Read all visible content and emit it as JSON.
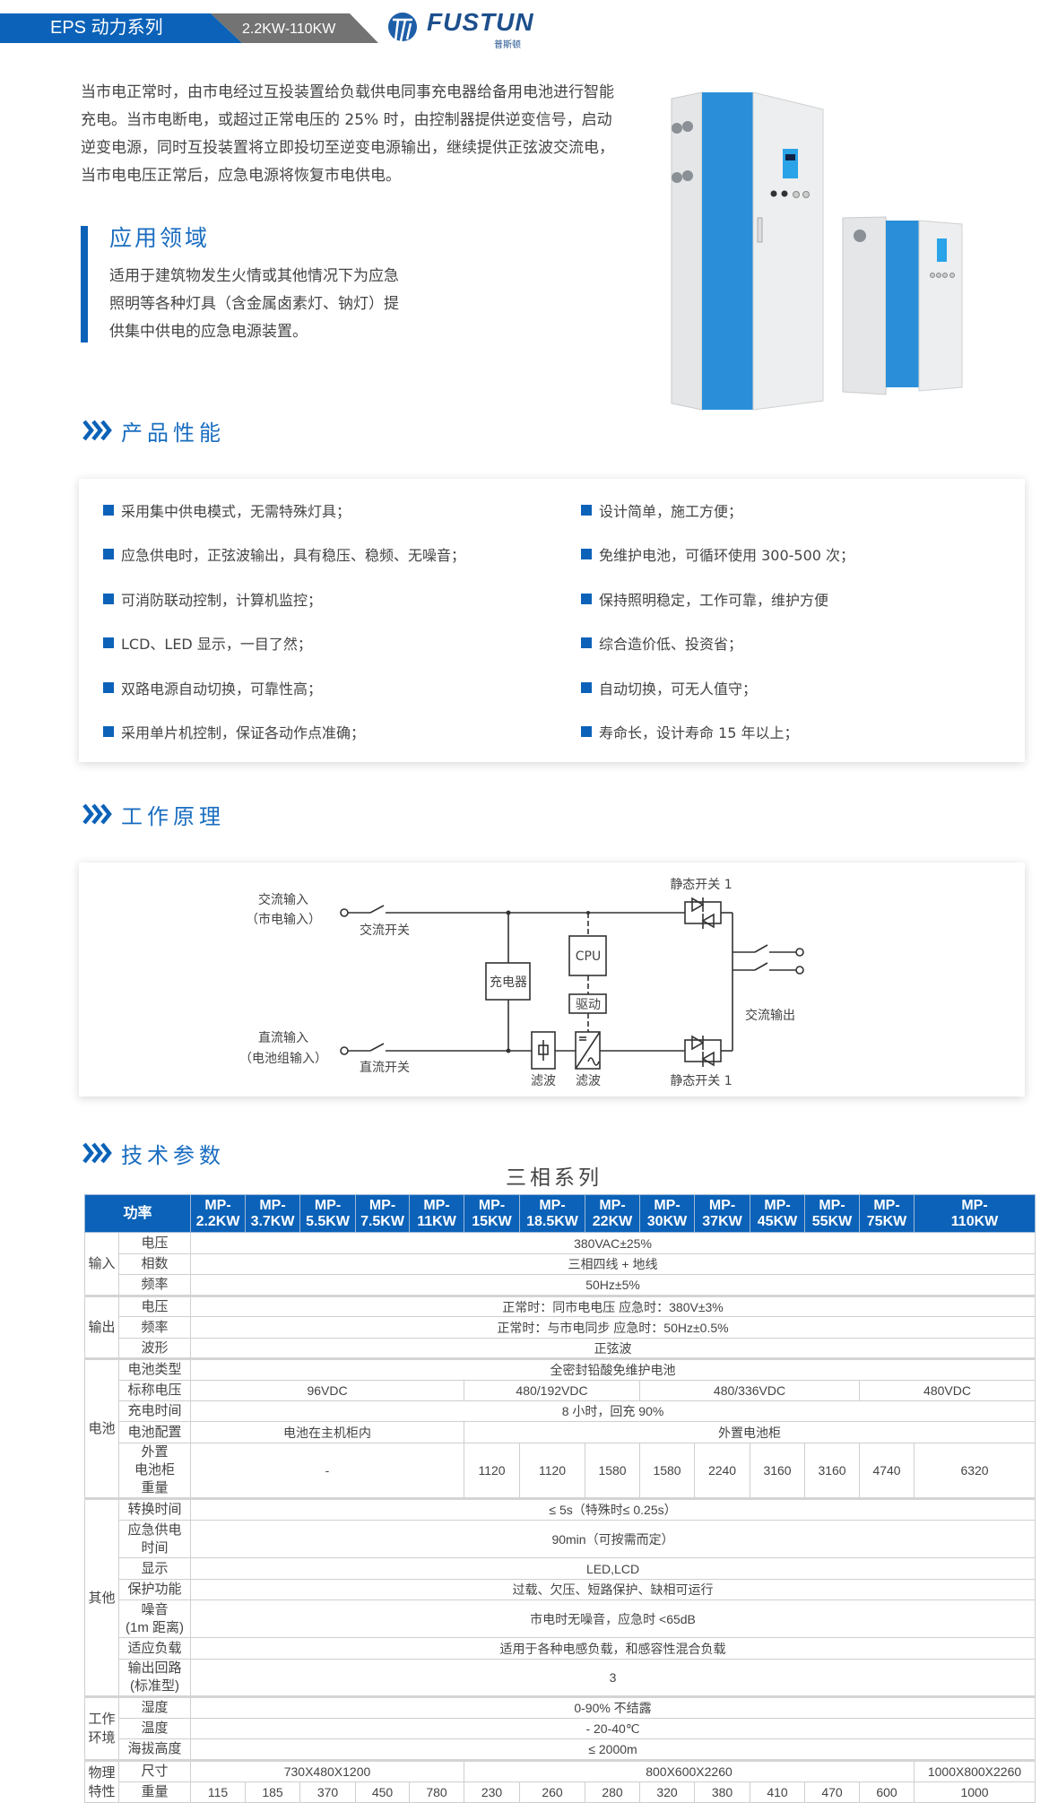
{
  "header": {
    "title": "EPS 动力系列",
    "range": "2.2KW-110KW",
    "logo_text": "FUSTUN",
    "logo_sub": "普斯顿"
  },
  "intro": "当市电正常时，由市电经过互投装置给负载供电同事充电器给备用电池进行智能充电。当市电断电，或超过正常电压的 25% 时，由控制器提供逆变信号，启动逆变电源，同时互投装置将立即投切至逆变电源输出，继续提供正弦波交流电，当市电电压正常后，应急电源将恢复市电供电。",
  "application": {
    "title": "应用领域",
    "text": "适用于建筑物发生火情或其他情况下为应急照明等各种灯具（含金属卤素灯、钠灯）提供集中供电的应急电源装置。"
  },
  "features": {
    "title": "产品性能",
    "left": [
      "采用集中供电模式，无需特殊灯具；",
      "应急供电时，正弦波输出，具有稳压、稳频、无噪音；",
      "可消防联动控制，计算机监控；",
      "LCD、LED 显示，一目了然；",
      "双路电源自动切换，可靠性高；",
      "采用单片机控制，保证各动作点准确；"
    ],
    "right": [
      "设计简单，施工方便；",
      "免维护电池，可循环使用 300-500 次；",
      "保持照明稳定，工作可靠，维护方便",
      "综合造价低、投资省；",
      "自动切换，可无人值守；",
      "寿命长，设计寿命 15 年以上；"
    ]
  },
  "principle": {
    "title": "工作原理",
    "ac_input": "交流输入",
    "ac_input_sub": "（市电输入）",
    "ac_switch": "交流开关",
    "dc_input": "直流输入",
    "dc_input_sub": "（电池组输入）",
    "dc_switch": "直流开关",
    "charger": "充电器",
    "cpu": "CPU",
    "driver": "驱动",
    "filter1": "滤波",
    "filter2": "滤波",
    "static_switch_top": "静态开关 1",
    "static_switch_bottom": "静态开关 1",
    "ac_output": "交流输出"
  },
  "specs": {
    "title": "技术参数",
    "series": "三相系列",
    "header_label": "功率",
    "models": [
      "MP-\n2.2KW",
      "MP-\n3.7KW",
      "MP-\n5.5KW",
      "MP-\n7.5KW",
      "MP-\n11KW",
      "MP-\n15KW",
      "MP-\n18.5KW",
      "MP-\n22KW",
      "MP-\n30KW",
      "MP-\n37KW",
      "MP-\n45KW",
      "MP-\n55KW",
      "MP-\n75KW",
      "MP-\n110KW"
    ],
    "groups": [
      {
        "name": "输入",
        "rows": [
          {
            "label": "电压",
            "cells": [
              {
                "text": "380VAC±25%",
                "span": 14
              }
            ]
          },
          {
            "label": "相数",
            "cells": [
              {
                "text": "三相四线 + 地线",
                "span": 14
              }
            ]
          },
          {
            "label": "频率",
            "cells": [
              {
                "text": "50Hz±5%",
                "span": 14
              }
            ]
          }
        ]
      },
      {
        "name": "输出",
        "rows": [
          {
            "label": "电压",
            "cells": [
              {
                "text": "正常时：同市电电压 应急时：380V±3%",
                "span": 14
              }
            ]
          },
          {
            "label": "频率",
            "cells": [
              {
                "text": "正常时：与市电同步 应急时：50Hz±0.5%",
                "span": 14
              }
            ]
          },
          {
            "label": "波形",
            "cells": [
              {
                "text": "正弦波",
                "span": 14
              }
            ]
          }
        ]
      },
      {
        "name": "电池",
        "rows": [
          {
            "label": "电池类型",
            "cells": [
              {
                "text": "全密封铅酸免维护电池",
                "span": 14
              }
            ]
          },
          {
            "label": "标称电压",
            "cells": [
              {
                "text": "96VDC",
                "span": 5
              },
              {
                "text": "480/192VDC",
                "span": 3
              },
              {
                "text": "480/336VDC",
                "span": 4
              },
              {
                "text": "480VDC",
                "span": 2
              }
            ]
          },
          {
            "label": "充电时间",
            "cells": [
              {
                "text": "8 小时，回充 90%",
                "span": 14
              }
            ]
          },
          {
            "label": "电池配置",
            "cells": [
              {
                "text": "电池在主机柜内",
                "span": 5
              },
              {
                "text": "外置电池柜",
                "span": 9
              }
            ]
          },
          {
            "label": "外置\n电池柜\n重量",
            "cells": [
              {
                "text": "-",
                "span": 5
              },
              {
                "text": "1120",
                "span": 1
              },
              {
                "text": "1120",
                "span": 1
              },
              {
                "text": "1580",
                "span": 1
              },
              {
                "text": "1580",
                "span": 1
              },
              {
                "text": "2240",
                "span": 1
              },
              {
                "text": "3160",
                "span": 1
              },
              {
                "text": "3160",
                "span": 1
              },
              {
                "text": "4740",
                "span": 1
              },
              {
                "text": "6320",
                "span": 1
              }
            ]
          }
        ]
      },
      {
        "name": "其他",
        "rows": [
          {
            "label": "转换时间",
            "cells": [
              {
                "text": "≤ 5s（特殊时≤ 0.25s）",
                "span": 14
              }
            ]
          },
          {
            "label": "应急供电\n时间",
            "cells": [
              {
                "text": "90min（可按需而定）",
                "span": 14
              }
            ]
          },
          {
            "label": "显示",
            "cells": [
              {
                "text": "LED,LCD",
                "span": 14
              }
            ]
          },
          {
            "label": "保护功能",
            "cells": [
              {
                "text": "过载、欠压、短路保护、缺相可运行",
                "span": 14
              }
            ]
          },
          {
            "label": "噪音\n(1m 距离)",
            "cells": [
              {
                "text": "市电时无噪音，应急时 <65dB",
                "span": 14
              }
            ]
          },
          {
            "label": "适应负载",
            "cells": [
              {
                "text": "适用于各种电感负载，和感容性混合负载",
                "span": 14
              }
            ]
          },
          {
            "label": "输出回路\n(标准型)",
            "cells": [
              {
                "text": "3",
                "span": 14
              }
            ]
          }
        ]
      },
      {
        "name": "工作\n环境",
        "rows": [
          {
            "label": "湿度",
            "cells": [
              {
                "text": "0-90% 不结露",
                "span": 14
              }
            ]
          },
          {
            "label": "温度",
            "cells": [
              {
                "text": "- 20-40℃",
                "span": 14
              }
            ]
          },
          {
            "label": "海拔高度",
            "cells": [
              {
                "text": "≤ 2000m",
                "span": 14
              }
            ]
          }
        ]
      },
      {
        "name": "物理\n特性",
        "rows": [
          {
            "label": "尺寸",
            "cells": [
              {
                "text": "730X480X1200",
                "span": 5
              },
              {
                "text": "800X600X2260",
                "span": 8
              },
              {
                "text": "1000X800X2260",
                "span": 1
              }
            ]
          },
          {
            "label": "重量",
            "cells": [
              {
                "text": "115",
                "span": 1
              },
              {
                "text": "185",
                "span": 1
              },
              {
                "text": "370",
                "span": 1
              },
              {
                "text": "450",
                "span": 1
              },
              {
                "text": "780",
                "span": 1
              },
              {
                "text": "230",
                "span": 1
              },
              {
                "text": "260",
                "span": 1
              },
              {
                "text": "280",
                "span": 1
              },
              {
                "text": "320",
                "span": 1
              },
              {
                "text": "380",
                "span": 1
              },
              {
                "text": "410",
                "span": 1
              },
              {
                "text": "470",
                "span": 1
              },
              {
                "text": "600",
                "span": 1
              },
              {
                "text": "1000",
                "span": 1
              }
            ]
          }
        ]
      }
    ]
  },
  "colors": {
    "brand_blue": "#0b62b8",
    "header_grey": "#737373",
    "heading_blue": "#1a6dc0"
  }
}
